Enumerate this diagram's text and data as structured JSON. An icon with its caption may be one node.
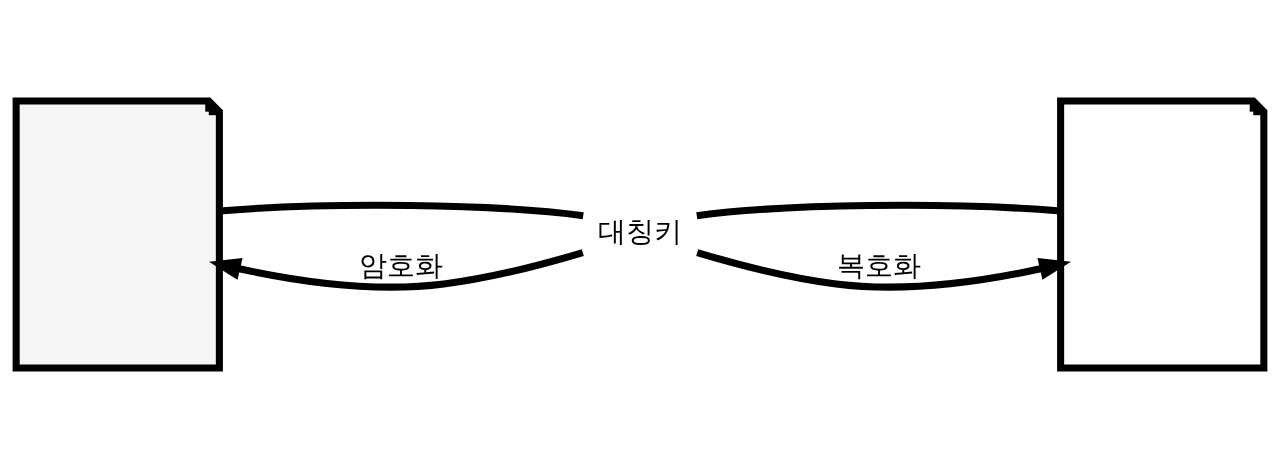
{
  "diagram": {
    "nodes": [
      {
        "text": [],
        "shape": "document"
      },
      {
        "text": [
          "대칭키"
        ]
      },
      {
        "text": [],
        "shape": "document"
      }
    ],
    "edges": [
      {
        "from": 1,
        "to": 0,
        "arrow": "to",
        "label": "암호화"
      },
      {
        "from": 0,
        "to": 1,
        "arrow": "none"
      },
      {
        "from": 1,
        "to": 2,
        "arrow": "none"
      },
      {
        "from": 1,
        "to": 2,
        "arrow": "to",
        "label": "복호화"
      }
    ]
  }
}
